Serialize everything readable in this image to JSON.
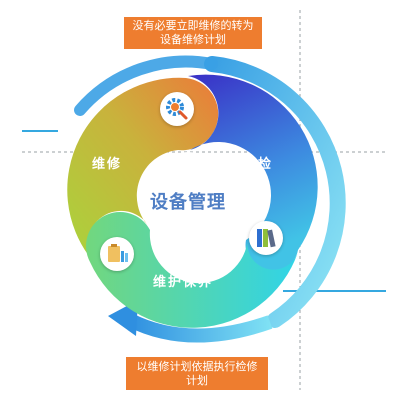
{
  "diagram": {
    "center": {
      "title": "设备管理"
    },
    "segments": [
      {
        "label": "维修",
        "color": "#9bc83a",
        "icon": "gear-search-icon"
      },
      {
        "label": "巡检",
        "color": "#3b5fd4",
        "icon": "binders-icon"
      },
      {
        "label": "维护保养",
        "color": "#39d6d9",
        "icon": "clipboard-bottles-icon"
      }
    ],
    "notes": {
      "top": {
        "line1": "没有必要立即维修的转为",
        "line2": "设备维修计划"
      },
      "bottom": {
        "line1": "以维修计划依据执行检修",
        "line2": "计划"
      }
    }
  },
  "colors": {
    "note_bg": "#ee7d2f",
    "ring_blue": "#3aa0e4",
    "ring_cyan": "#7fe1f4",
    "center_text": "#4f7ec4",
    "guide_line": "#9aa0a6",
    "accent_line": "#35a8e0"
  }
}
